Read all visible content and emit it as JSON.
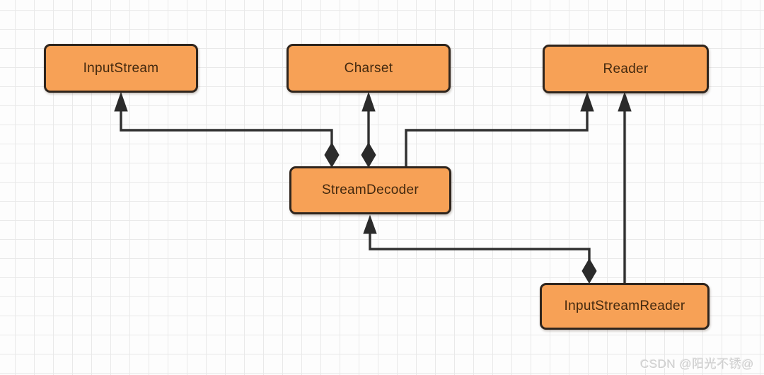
{
  "diagram": {
    "nodes": [
      {
        "id": "input-stream",
        "label": "InputStream"
      },
      {
        "id": "charset",
        "label": "Charset"
      },
      {
        "id": "reader",
        "label": "Reader"
      },
      {
        "id": "stream-decoder",
        "label": "StreamDecoder"
      },
      {
        "id": "input-stream-reader",
        "label": "InputStreamReader"
      }
    ],
    "edges": [
      {
        "from": "StreamDecoder",
        "to": "InputStream",
        "type": "composition",
        "marker_source": "filled-diamond",
        "marker_target": "filled-arrow"
      },
      {
        "from": "StreamDecoder",
        "to": "Charset",
        "type": "composition",
        "marker_source": "filled-diamond",
        "marker_target": "filled-arrow"
      },
      {
        "from": "StreamDecoder",
        "to": "Reader",
        "type": "association",
        "marker_source": "none",
        "marker_target": "filled-arrow"
      },
      {
        "from": "InputStreamReader",
        "to": "Reader",
        "type": "association",
        "marker_source": "none",
        "marker_target": "filled-arrow"
      },
      {
        "from": "InputStreamReader",
        "to": "StreamDecoder",
        "type": "composition",
        "marker_source": "filled-diamond",
        "marker_target": "filled-arrow"
      }
    ],
    "colors": {
      "node_fill": "#f7a156",
      "node_border": "#2f251d",
      "node_text": "#43290f",
      "edge": "#303030",
      "grid_line": "#e9e9e9",
      "background": "#fdfdfd"
    }
  },
  "watermark": {
    "text": "CSDN @阳光不锈@"
  }
}
